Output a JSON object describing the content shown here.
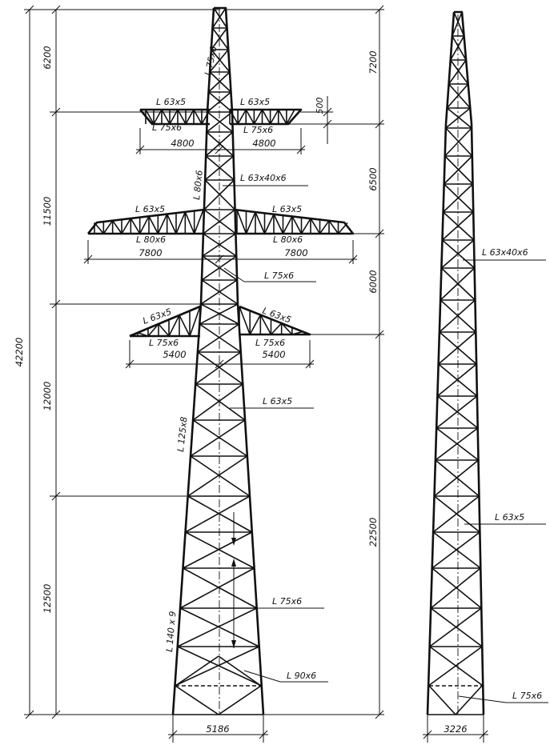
{
  "tower_front": {
    "height_total": "42200",
    "dims_left": [
      "6200",
      "11500",
      "12000",
      "12500"
    ],
    "dims_right": [
      "7200",
      "6500",
      "6000",
      "22500"
    ],
    "top_arm_gap": "500",
    "base_width": "5186",
    "members": {
      "top_mast": "L 75x6",
      "leg_mid": "L 125x8",
      "leg_low": "L 140 x 9",
      "mast_upper": "L 80x6",
      "brace_upper": "L 63x40x6",
      "brace_mid": "L 75x6",
      "brace_lower": "L 63x5",
      "brace_bottom": "L 75x6",
      "base_brace": "L 90x6"
    },
    "arm_top": {
      "left_chord": "L 63x5",
      "right_chord": "L 63x5",
      "left_bottom": "L 75x6",
      "right_bottom": "L 75x6",
      "left_span": "4800",
      "right_span": "4800"
    },
    "arm_middle": {
      "left_chord": "L 63x5",
      "right_chord": "L 63x5",
      "left_bottom": "L 80x6",
      "right_bottom": "L 80x6",
      "left_span": "7800",
      "right_span": "7800"
    },
    "arm_lower": {
      "left_chord": "L 63x5",
      "right_chord": "L 63x5",
      "left_bottom": "L 75x6",
      "right_bottom": "L 75x6",
      "left_span": "5400",
      "right_span": "5400"
    }
  },
  "tower_side": {
    "base_width": "3226",
    "members": {
      "upper": "L 63x40x6",
      "middle": "L 63x5",
      "bottom": "L 75x6"
    }
  }
}
